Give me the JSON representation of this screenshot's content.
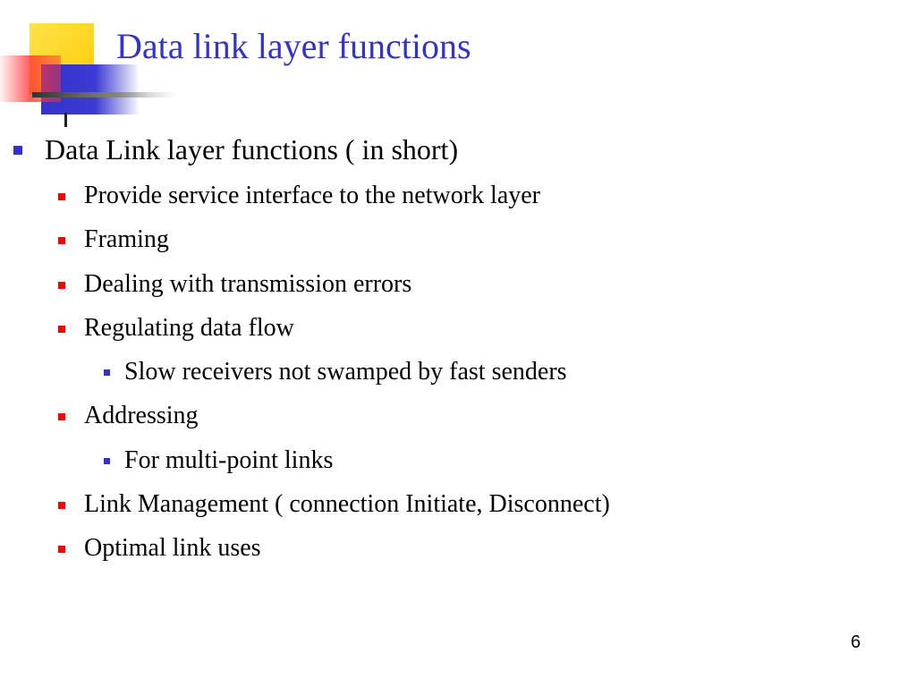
{
  "slide": {
    "title": "Data link layer functions",
    "page_number": "6"
  },
  "colors": {
    "title": "#3333CC",
    "text": "#000000",
    "level0_bullet": "#3333CC",
    "level1_bullet": "#FF0000",
    "level2_bullet": "#3333CC",
    "logo_yellow": "#FFCC00",
    "logo_blue": "#3333CC",
    "logo_red": "#FF3333"
  },
  "bullets": [
    {
      "level": 0,
      "text": "Data Link layer functions ( in short)"
    },
    {
      "level": 1,
      "text": "Provide service interface to the network layer"
    },
    {
      "level": 1,
      "text": "Framing"
    },
    {
      "level": 1,
      "text": "Dealing with transmission errors"
    },
    {
      "level": 1,
      "text": "Regulating data flow"
    },
    {
      "level": 2,
      "text": "Slow receivers not swamped by fast senders"
    },
    {
      "level": 1,
      "text": "Addressing"
    },
    {
      "level": 2,
      "text": "For multi-point links"
    },
    {
      "level": 1,
      "text": "Link Management ( connection Initiate, Disconnect)"
    },
    {
      "level": 1,
      "text": "Optimal link uses"
    }
  ]
}
